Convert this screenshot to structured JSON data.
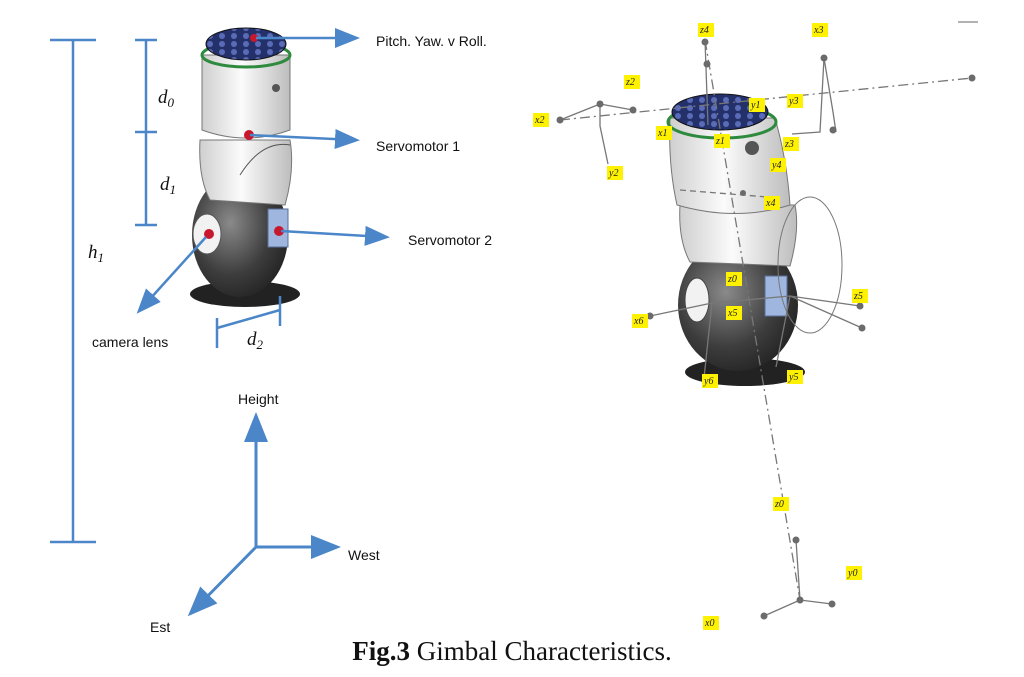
{
  "caption": {
    "label": "Fig.3",
    "text": " Gimbal Characteristics."
  },
  "left_view": {
    "callouts": {
      "pyr": "Pitch. Yaw. v Roll.",
      "servo1": "Servomotor 1",
      "servo2": "Servomotor 2",
      "camera": "camera lens"
    },
    "dimensions": {
      "d0": {
        "base": "d",
        "sub": "0"
      },
      "d1": {
        "base": "d",
        "sub": "1"
      },
      "h1": {
        "base": "h",
        "sub": "1"
      },
      "d2": {
        "base": "d",
        "sub": "2"
      }
    },
    "axes": {
      "up": "Height",
      "right": "West",
      "diag": "Est"
    }
  },
  "right_view": {
    "frame_labels": {
      "z4": "z4",
      "x3": "x3",
      "z2": "z2",
      "x2": "x2",
      "y1": "y1",
      "y3": "y3",
      "x1": "x1",
      "z1": "z1",
      "z3": "z3",
      "y2": "y2",
      "y4": "y4",
      "x4": "x4",
      "z0c": "z0",
      "z5": "z5",
      "x6": "x6",
      "x5": "x5",
      "y6": "y6",
      "y5": "y5",
      "z0": "z0",
      "y0": "y0",
      "x0": "x0"
    }
  },
  "colors": {
    "arrow": "#4a86c8",
    "tag": "#fff200",
    "ring": "#2e8b3e",
    "knob": "#1a2a7a"
  }
}
